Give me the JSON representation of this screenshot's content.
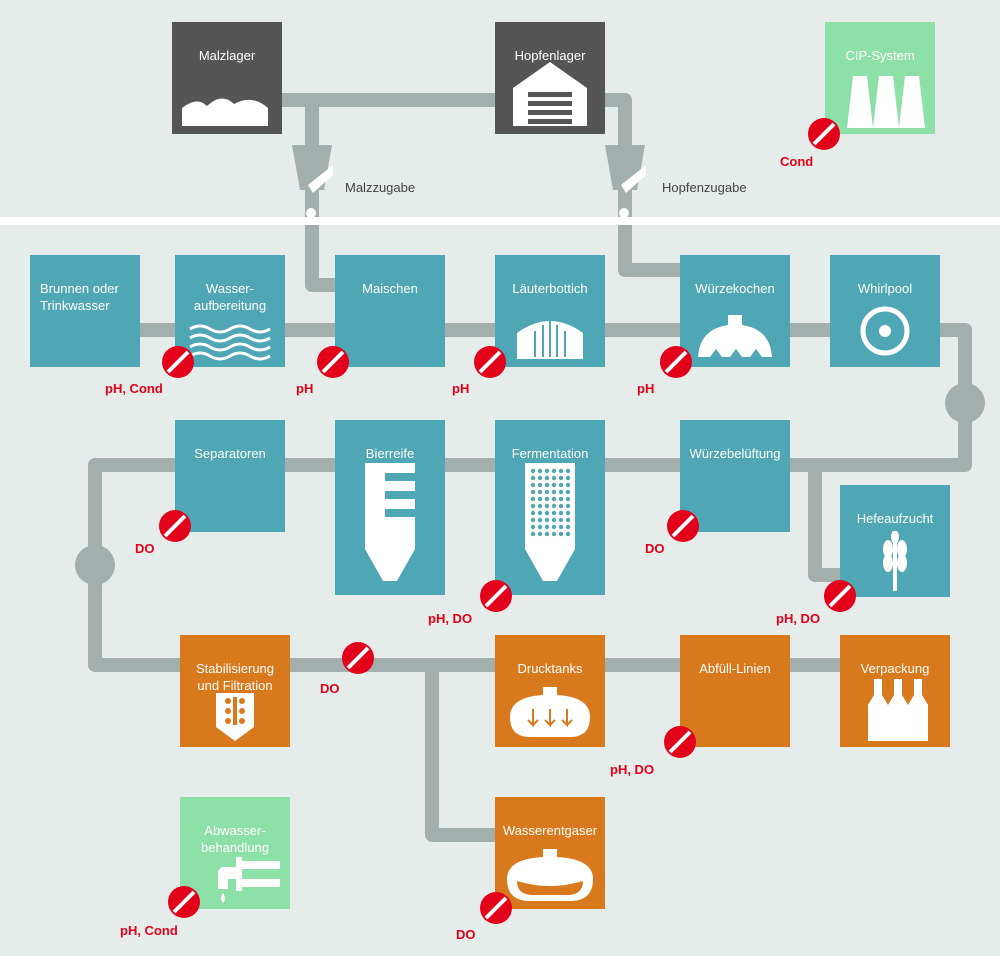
{
  "colors": {
    "pipe": "#a3afad",
    "teal": "#4fa6b5",
    "orange": "#d9791d",
    "dark": "#555555",
    "green": "#8ce0a8",
    "sensor": "#e3001b",
    "background": "#e6ecea"
  },
  "top": {
    "malzlager": "Malzlager",
    "hopfenlager": "Hopfenlager",
    "cip": "CIP-System",
    "malzzugabe": "Malzzugabe",
    "hopfenzugabe": "Hopfenzugabe",
    "cip_meas": "Cond"
  },
  "row1": {
    "brunnen": "Brunnen oder\nTrinkwasser",
    "wasser": "Wasser-\naufbereitung",
    "maischen": "Maischen",
    "laeuter": "Läuterbottich",
    "wuerze": "Würzekochen",
    "whirlpool": "Whirlpool",
    "meas_wasser": "pH, Cond",
    "meas_maischen": "pH",
    "meas_laeuter": "pH",
    "meas_wuerze": "pH"
  },
  "row2": {
    "separatoren": "Separatoren",
    "bierreife": "Bierreife",
    "fermentation": "Fermentation",
    "belueftung": "Würzebelüftung",
    "hefe": "Hefeaufzucht",
    "meas_separatoren": "DO",
    "meas_fermentation": "pH, DO",
    "meas_belueftung": "DO",
    "meas_hefe": "pH, DO"
  },
  "row3": {
    "stabil": "Stabilisierung\nund Filtration",
    "drucktanks": "Drucktanks",
    "abfuell": "Abfüll-Linien",
    "verpackung": "Verpackung",
    "meas_pipe": "DO",
    "meas_abfuell": "pH, DO"
  },
  "row4": {
    "abwasser": "Abwasser-\nbehandlung",
    "entgaser": "Wasserentgaser",
    "meas_abwasser": "pH, Cond",
    "meas_entgaser": "DO"
  },
  "icons": [
    "malt-pile-icon",
    "warehouse-icon",
    "cip-tanks-icon",
    "dispenser-icon",
    "water-waves-icon",
    "lauter-tun-icon",
    "kettle-icon",
    "whirlpool-icon",
    "stacked-bars-icon",
    "fermenter-icon",
    "wheat-icon",
    "filter-icon",
    "pressure-tank-icon",
    "bottles-icon",
    "pipe-valve-icon",
    "degasser-tank-icon",
    "sensor-icon"
  ]
}
